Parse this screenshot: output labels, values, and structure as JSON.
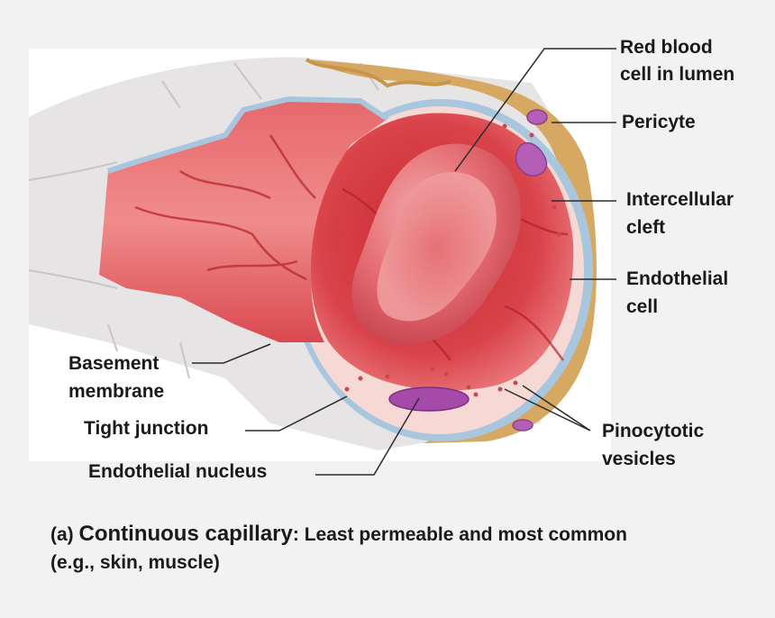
{
  "labels": {
    "red_blood_cell_line1": "Red blood",
    "red_blood_cell_line2": "cell in lumen",
    "pericyte": "Pericyte",
    "intercellular_line1": "Intercellular",
    "intercellular_line2": "cleft",
    "endothelial_cell_line1": "Endothelial",
    "endothelial_cell_line2": "cell",
    "basement_line1": "Basement",
    "basement_line2": "membrane",
    "tight_junction": "Tight junction",
    "endothelial_nucleus": "Endothelial nucleus",
    "pinocytotic_line1": "Pinocytotic",
    "pinocytotic_line2": "vesicles"
  },
  "caption": {
    "prefix": "(a) ",
    "title": "Continuous capillary",
    "description": ":  Least permeable and most common",
    "line2": "(e.g., skin, muscle)"
  },
  "colors": {
    "lumen": "#d9434a",
    "vessel_wall": "#e8b6b0",
    "endothelium": "#f6d9d4",
    "basement_membrane": "#a9c6df",
    "pericyte": "#d6a862",
    "nucleus": "#a54aa8",
    "red_blood_cell": "#e0646a"
  }
}
